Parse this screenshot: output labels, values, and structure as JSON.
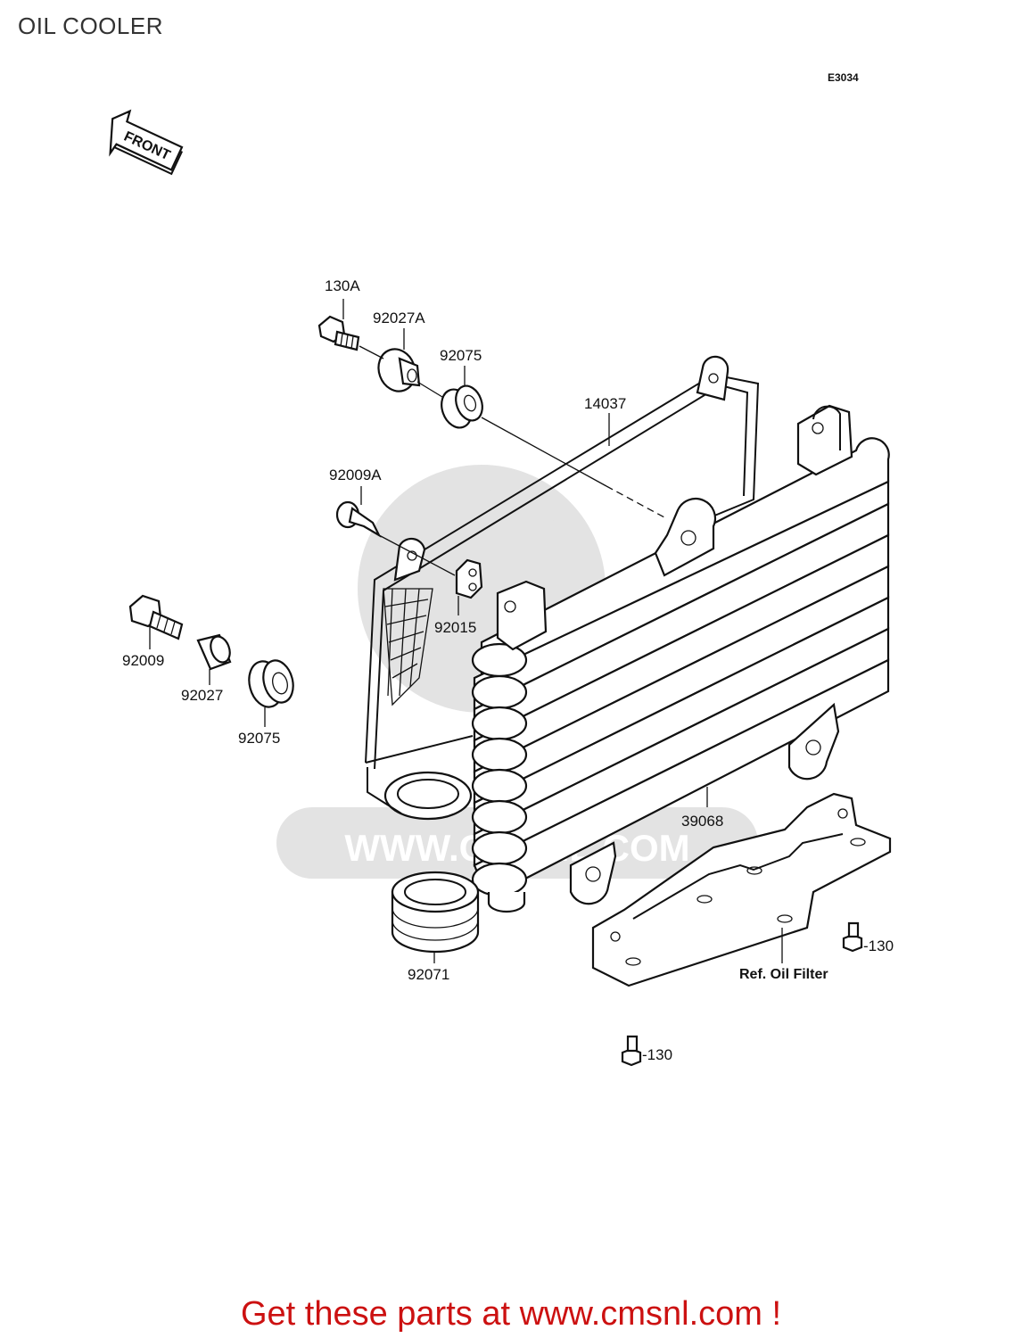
{
  "page": {
    "title": "OIL COOLER",
    "diagram_code": "E3034"
  },
  "front_arrow": {
    "label": "FRONT"
  },
  "watermark": {
    "text": "WWW.CMSNL.COM"
  },
  "callouts": {
    "p130A": "130A",
    "p92027A": "92027A",
    "p92075a": "92075",
    "p14037": "14037",
    "p92009A": "92009A",
    "p92015": "92015",
    "p92009": "92009",
    "p92027": "92027",
    "p92075b": "92075",
    "p39068": "39068",
    "p92071": "92071",
    "ref_oil_filter": "Ref. Oil Filter",
    "p130a": "-130",
    "p130b": "-130"
  },
  "footer": {
    "promo": "Get these parts at www.cmsnl.com !"
  },
  "colors": {
    "promo": "#cc1111",
    "title": "#333333",
    "watermark": "#e3e3e3"
  }
}
